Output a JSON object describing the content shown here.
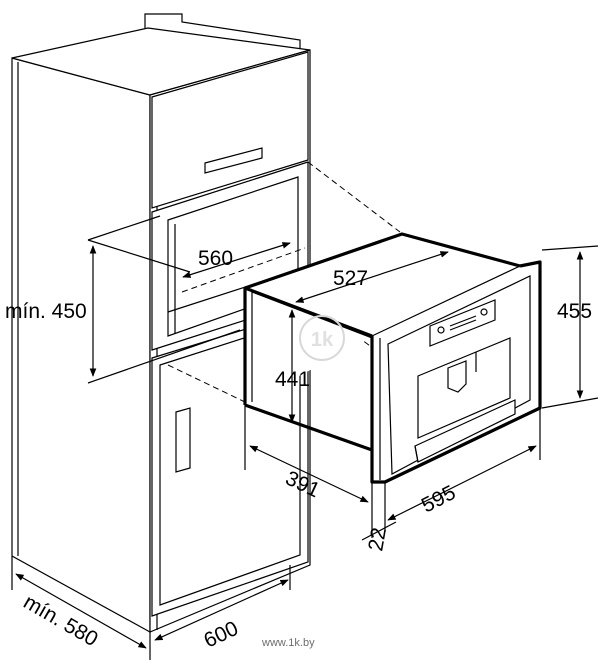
{
  "diagram": {
    "dimensions": {
      "niche_width": "560",
      "niche_height": "mín. 450",
      "appliance_depth": "527",
      "appliance_body_height": "441",
      "front_height": "455",
      "body_depth": "391",
      "front_width": "595",
      "front_thickness": "22",
      "cabinet_depth": "mín. 580",
      "cabinet_width": "600"
    },
    "watermark": "www.1k.by",
    "logo_text": "1k"
  }
}
